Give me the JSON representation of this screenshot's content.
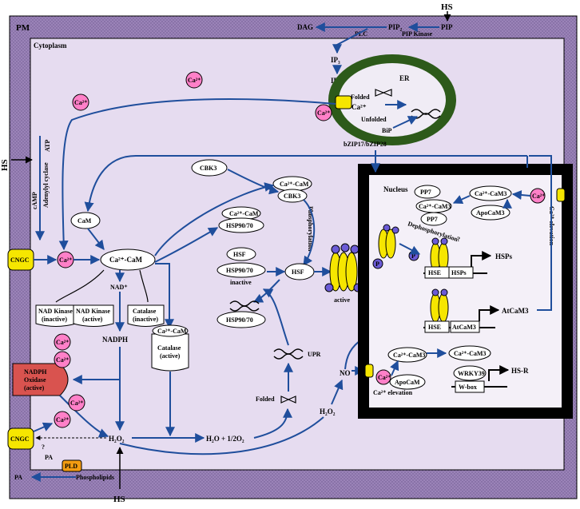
{
  "labels": {
    "hs_top": "HS",
    "hs_left": "HS",
    "hs_bottom": "HS",
    "pm": "PM",
    "cytoplasm": "Cytoplasm",
    "dag": "DAG",
    "plc": "PLC",
    "pip2": "PIP₂",
    "pip_kinase": "PIP Kinase",
    "pip": "PIP",
    "ip3": "IP₃",
    "ip6": "IP₆",
    "er": "ER",
    "folded_er": "Folded",
    "unfolded": "Unfolded",
    "bip": "BiP",
    "ca2": "Ca²⁺",
    "bzip": "bZIP17/bZIP28",
    "adenylyl_cyclase": "Adenylyl cyclase",
    "atp": "ATP",
    "camp": "cAMP",
    "cngc": "CNGC",
    "cbk3": "CBK3",
    "ca_cam": "Ca²⁺-CaM",
    "cam": "CaM",
    "phosphorylation": "Phosphorylation",
    "hsp9070": "HSP90/70",
    "hsf": "HSF",
    "inactive": "inactive",
    "active": "active",
    "nad_plus": "NAD⁺",
    "nad_kinase_inactive_1": "NAD Kinase",
    "nad_kinase_inactive_2": "(inactive)",
    "nad_kinase_active_1": "NAD Kinase",
    "nad_kinase_active_2": "(active)",
    "catalase_inactive_1": "Catalase",
    "catalase_inactive_2": "(inactive)",
    "catalase_active_1": "Catalase",
    "catalase_active_2": "(active)",
    "nadph": "NADPH",
    "nadph_oxidase_1": "NADPH",
    "nadph_oxidase_2": "Oxidase",
    "nadph_oxidase_3": "(active)",
    "h2o2": "H₂O₂",
    "h2o_o2": "H₂O + 1/2O₂",
    "upr": "UPR",
    "folded": "Folded",
    "no": "NO",
    "pa_top": "PA",
    "pa_bottom": "PA",
    "pld": "PLD",
    "phospholipids": "Phospholipids",
    "nucleus": "Nucleus",
    "pp7": "PP7",
    "ca_cam3": "Ca²⁺-CaM3",
    "apocam3": "ApoCaM3",
    "ca_elevation": "Ca²⁺ elevation",
    "dephosphorylation": "Dephosphorylation",
    "question": "?",
    "p": "P",
    "hse": "HSE",
    "hsps_gene": "HSPs",
    "hsps": "HSPs",
    "atcam3_gene": "AtCaM3",
    "atcam3": "AtCaM3",
    "apocam": "ApoCaM",
    "wrky39": "WRKY39",
    "wbox": "W-box",
    "hsr": "HS-R"
  }
}
